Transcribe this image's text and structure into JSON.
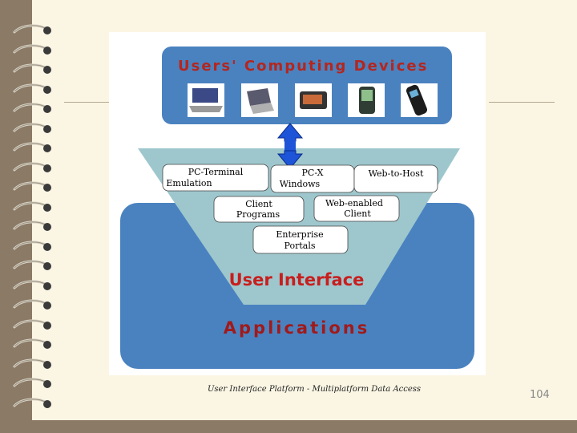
{
  "slide": {
    "slide_number": "104",
    "caption": "User Interface Platform - Multiplatform Data Access"
  },
  "diagram": {
    "devices_title": "Users' Computing Devices",
    "devices": [
      "laptop-icon",
      "handheld-pc-icon",
      "palmtop-icon",
      "pda-icon",
      "mobile-phone-icon"
    ],
    "boxes": {
      "pc_terminal": [
        "PC-Terminal",
        "Emulation"
      ],
      "pc_x": [
        "PC-X",
        "Windows"
      ],
      "web_to_host": "Web-to-Host",
      "client_programs": [
        "Client",
        "Programs"
      ],
      "web_enabled": [
        "Web-enabled",
        "Client"
      ],
      "enterprise_portals": [
        "Enterprise",
        "Portals"
      ]
    },
    "user_interface_label": "User Interface",
    "applications_label": "Applications"
  },
  "colors": {
    "box_blue": "#4a82c0",
    "funnel_teal": "#9ec7cd",
    "user_interface_red": "#c81e1e",
    "devices_title_red": "#b4261e"
  }
}
